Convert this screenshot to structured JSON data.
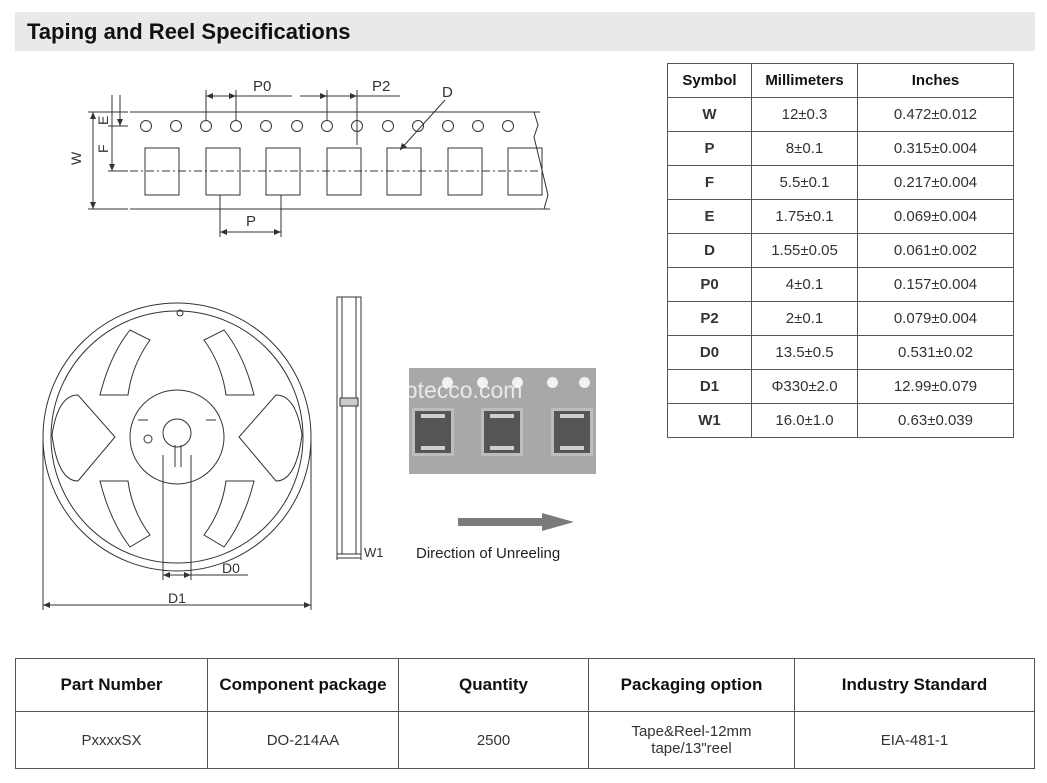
{
  "header": {
    "title": "Taping and Reel Specifications"
  },
  "spec_table": {
    "headers": [
      "Symbol",
      "Millimeters",
      "Inches"
    ],
    "rows": [
      [
        "W",
        "12±0.3",
        "0.472±0.012"
      ],
      [
        "P",
        "8±0.1",
        "0.315±0.004"
      ],
      [
        "F",
        "5.5±0.1",
        "0.217±0.004"
      ],
      [
        "E",
        "1.75±0.1",
        "0.069±0.004"
      ],
      [
        "D",
        "1.55±0.05",
        "0.061±0.002"
      ],
      [
        "P0",
        "4±0.1",
        "0.157±0.004"
      ],
      [
        "P2",
        "2±0.1",
        "0.079±0.004"
      ],
      [
        "D0",
        "13.5±0.5",
        "0.531±0.02"
      ],
      [
        "D1",
        "Φ330±2.0",
        "12.99±0.079"
      ],
      [
        "W1",
        "16.0±1.0",
        "0.63±0.039"
      ]
    ]
  },
  "tape_diagram": {
    "labels": {
      "p0": "P0",
      "p2": "P2",
      "d": "D",
      "w": "W",
      "f": "F",
      "e": "E",
      "p": "P"
    }
  },
  "reel_diagram": {
    "labels": {
      "d0": "D0",
      "d1": "D1",
      "w1": "W1"
    }
  },
  "photo": {
    "watermark": "pptecco.com"
  },
  "direction": {
    "label": "Direction of Unreeling"
  },
  "order_table": {
    "headers": [
      "Part Number",
      "Component package",
      "Quantity",
      "Packaging option",
      "Industry Standard"
    ],
    "row": [
      "PxxxxSX",
      "DO-214AA",
      "2500",
      "Tape&Reel-12mm tape/13\"reel",
      "EIA-481-1"
    ]
  }
}
